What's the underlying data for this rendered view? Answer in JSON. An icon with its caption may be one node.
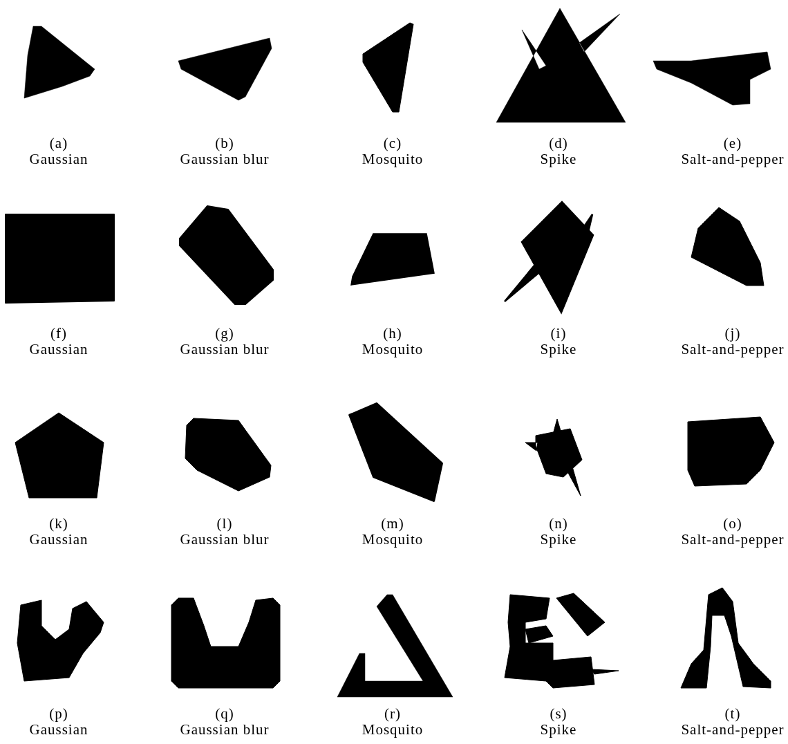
{
  "diagram": {
    "nodes": [
      {
        "text": [],
        "shape": "triangle"
      },
      {
        "text": [],
        "shape": "triangle"
      },
      {
        "text": [],
        "shape": "polygon"
      },
      {
        "text": [],
        "shape": "triangle"
      },
      {
        "text": [],
        "shape": "triangle"
      },
      {
        "text": [],
        "shape": "box"
      },
      {
        "text": [],
        "shape": "box"
      },
      {
        "text": [],
        "shape": "trapezoid"
      },
      {
        "text": [],
        "shape": "diamond"
      },
      {
        "text": [],
        "shape": "polygon"
      },
      {
        "text": [],
        "shape": "pentagon"
      },
      {
        "text": [],
        "shape": "polygon"
      },
      {
        "text": [],
        "shape": "hexagon"
      },
      {
        "text": [],
        "shape": "pentagon"
      },
      {
        "text": [],
        "shape": "polygon"
      },
      {
        "text": [],
        "shape": "polygon"
      },
      {
        "text": [],
        "shape": "polygon"
      },
      {
        "text": [],
        "shape": "triangle"
      },
      {
        "text": [],
        "shape": "polygon"
      },
      {
        "text": [],
        "shape": "polygon"
      }
    ],
    "labels": [
      "(a)",
      "(b)",
      "(c)",
      "(d)",
      "(e)",
      "Gaussian",
      "Gaussian blur",
      "Mosquito",
      "Spike",
      "Salt-and-pepper",
      "(f)",
      "(g)",
      "(h)",
      "(i)",
      "(j)",
      "Gaussian",
      "Gaussian blur",
      "Mosquito",
      "Spike",
      "Salt-and-pepper",
      "(k)",
      "(l)",
      "(m)",
      "(n)",
      "(o)",
      "Gaussian",
      "Gaussian blur",
      "Mosquito",
      "Spike",
      "Salt-and-pepper",
      "(p)",
      "(q)",
      "(r)",
      "(s)",
      "(t)",
      "Gaussian",
      "Gaussian blur",
      "Mosquito",
      "Spike",
      "Salt-and-pepper"
    ]
  }
}
